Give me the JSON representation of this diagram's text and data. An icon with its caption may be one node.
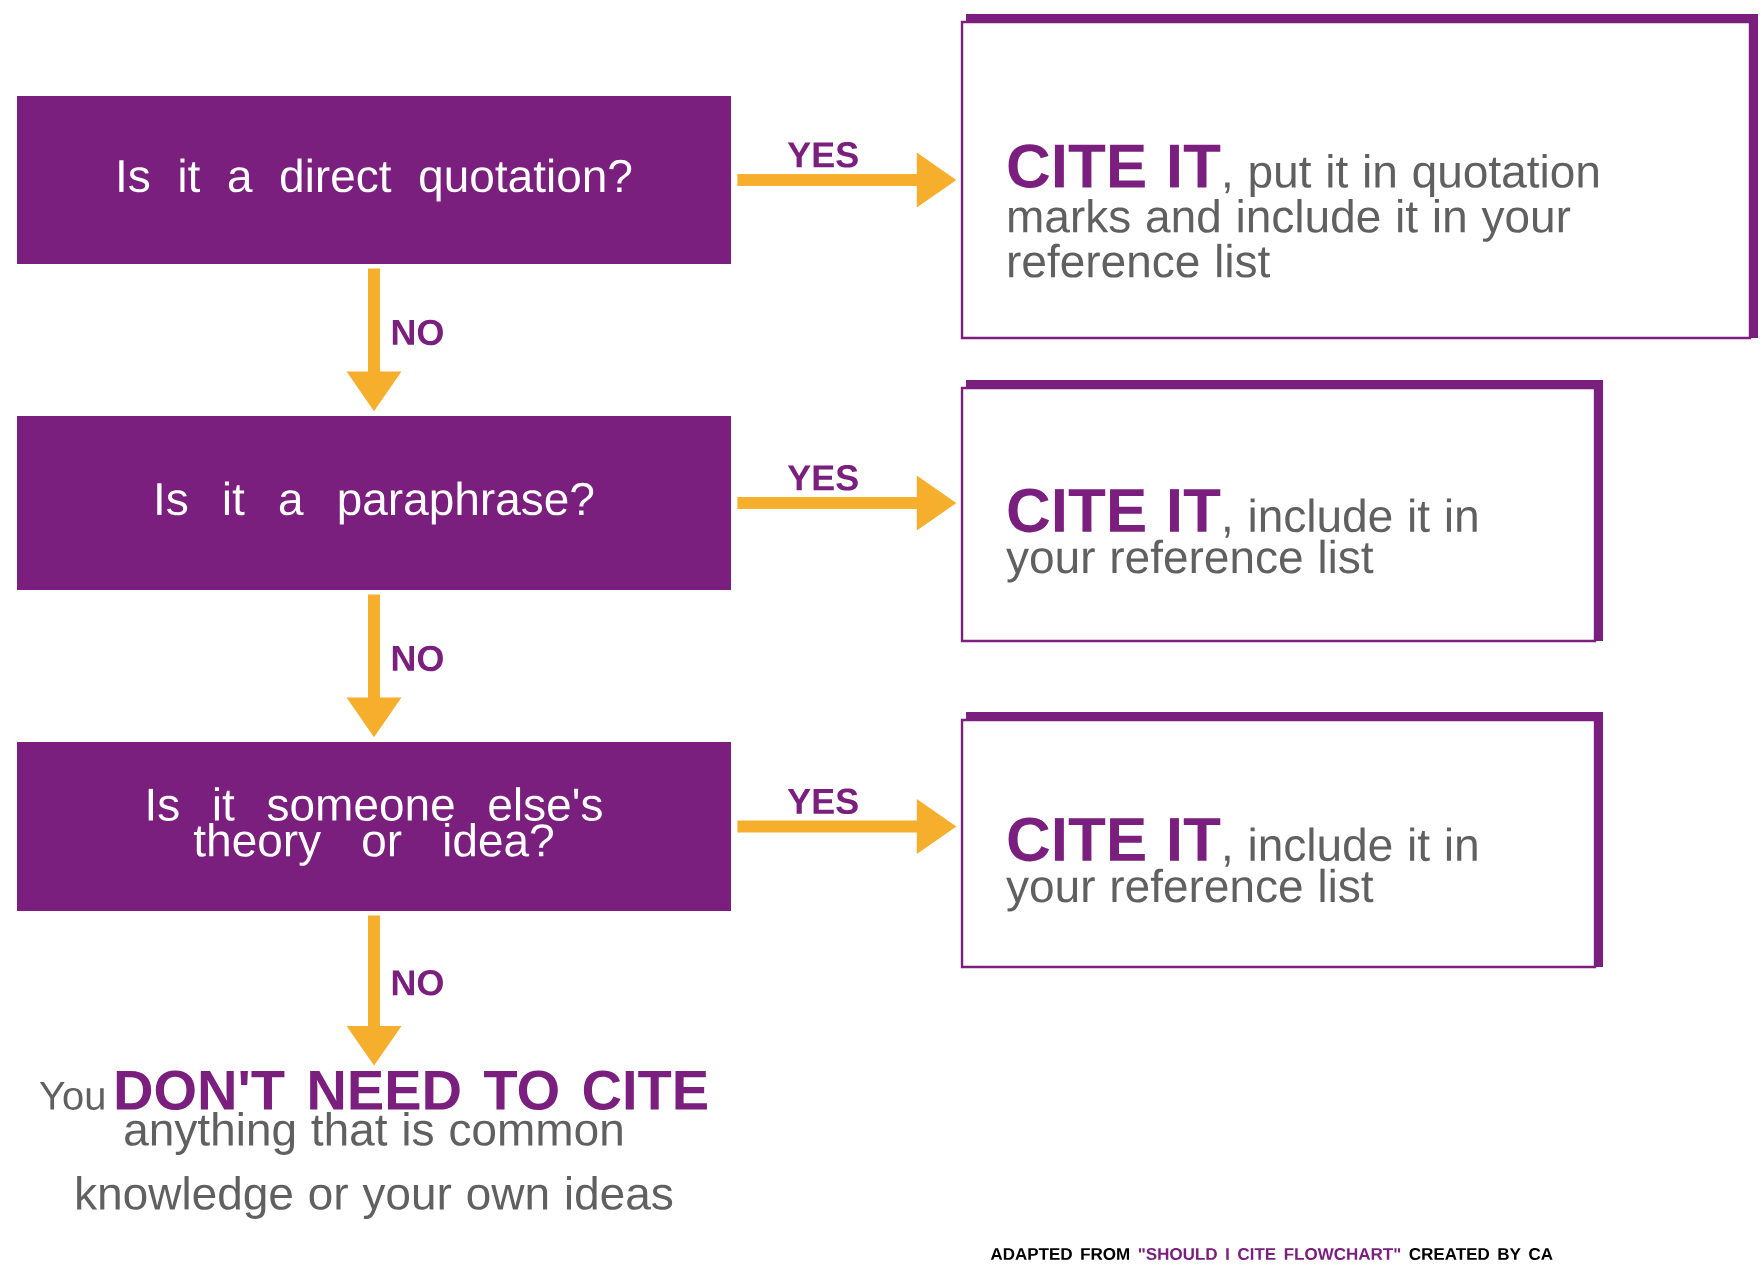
{
  "diagram": {
    "nodes": [
      {
        "text": [
          "Is it a direct quotation?"
        ]
      },
      {
        "text": [
          "CITE IT",
          ", put it in quotation marks and include it in your reference list"
        ]
      },
      {
        "text": [
          "Is it a paraphrase?"
        ]
      },
      {
        "text": [
          "CITE IT",
          ", include it in your reference list"
        ]
      },
      {
        "text": [
          "Is it someone else's theory or idea?"
        ]
      },
      {
        "text": [
          "CITE IT",
          ", include it in your reference list"
        ]
      },
      {
        "text": [
          "You",
          "DON'T NEED TO CITE",
          "anything that is common knowledge or your own ideas"
        ]
      }
    ],
    "edges": [
      {
        "from": 0,
        "to": 1,
        "arrow": "to",
        "label": "YES"
      },
      {
        "from": 0,
        "to": 2,
        "arrow": "to",
        "label": "NO"
      },
      {
        "from": 2,
        "to": 3,
        "arrow": "to",
        "label": "YES"
      },
      {
        "from": 2,
        "to": 4,
        "arrow": "to",
        "label": "NO"
      },
      {
        "from": 4,
        "to": 5,
        "arrow": "to",
        "label": "YES"
      },
      {
        "from": 4,
        "to": 6,
        "arrow": "to",
        "label": "NO"
      }
    ],
    "labels": [
      "ADAPTED FROM",
      "\"SHOULD I CITE FLOWCHART\"",
      "CREATED BY CA"
    ]
  }
}
